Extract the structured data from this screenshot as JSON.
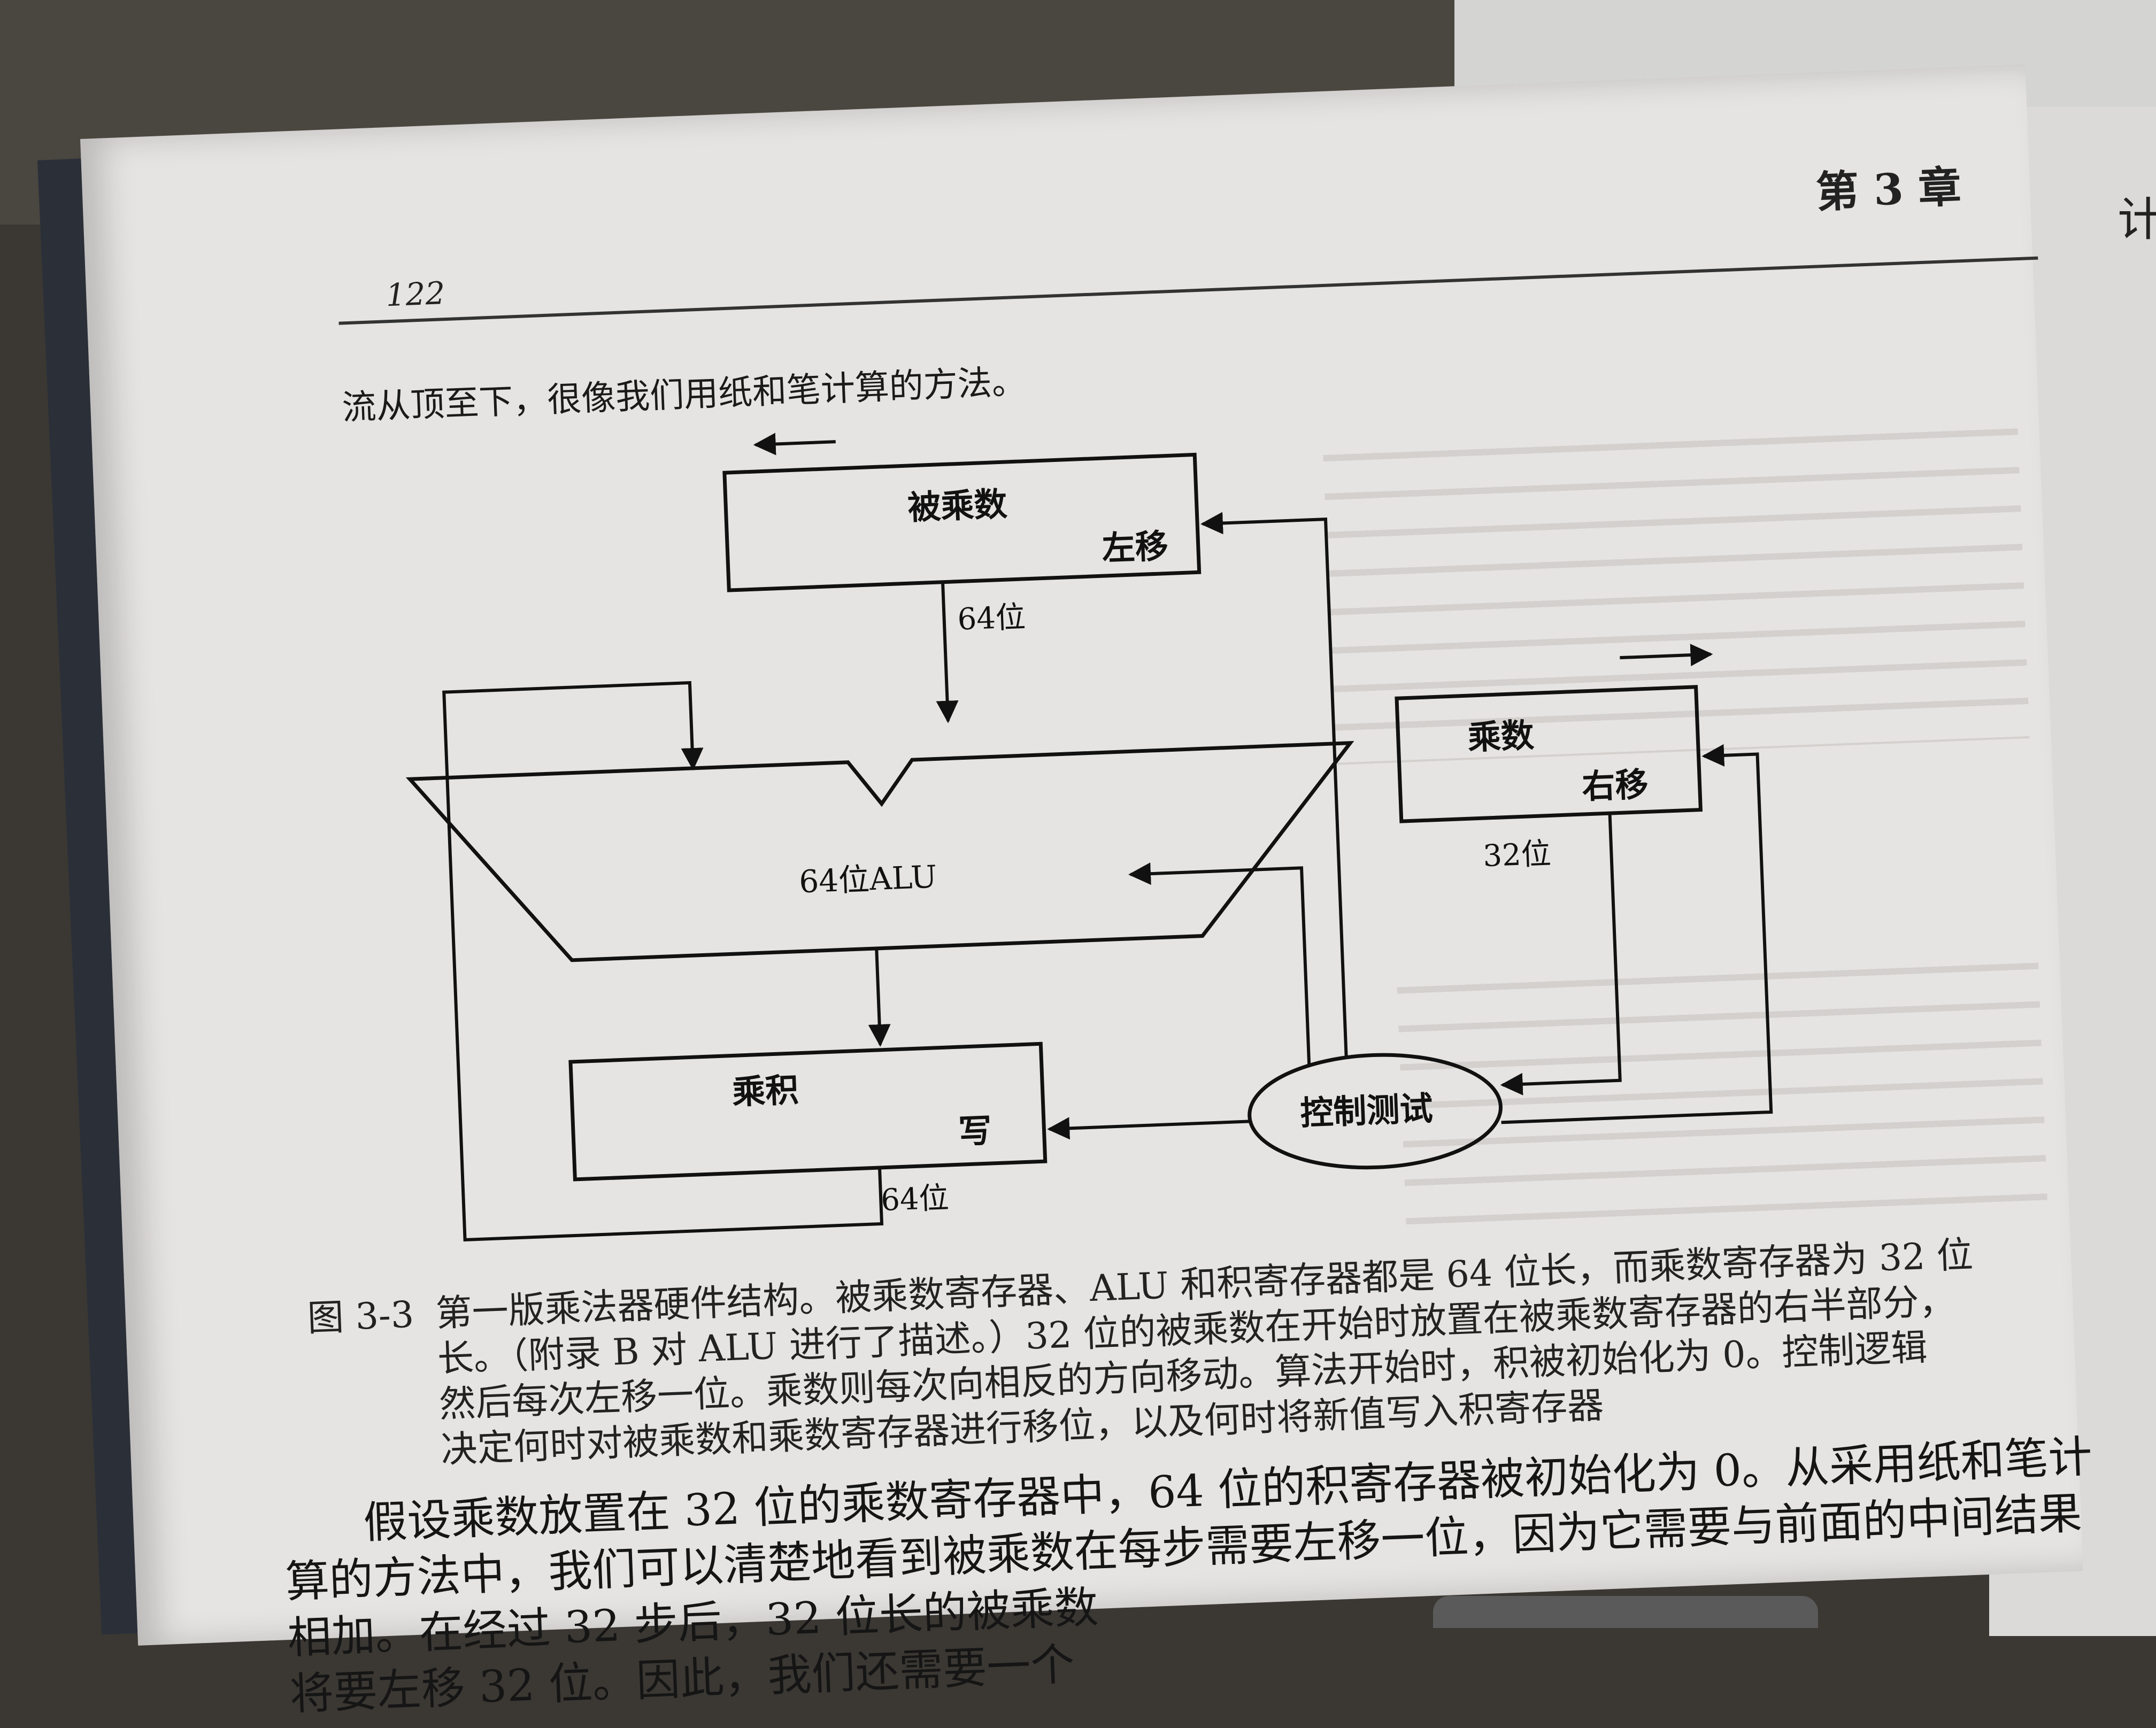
{
  "page": {
    "number": "122",
    "chapter": "第 3 章",
    "right_page_fragment": "计",
    "intro_text": "流从顶至下，很像我们用纸和笔计算的方法。"
  },
  "diagram": {
    "multiplicand_label": "被乘数",
    "multiplicand_op": "左移",
    "multiplicand_width": "64位",
    "alu_label": "64位ALU",
    "product_label": "乘积",
    "product_op": "写",
    "product_width": "64位",
    "multiplier_label": "乘数",
    "multiplier_op": "右移",
    "multiplier_width": "32位",
    "control_label": "控制测试"
  },
  "caption": {
    "figure_id": "图 3-3",
    "lines": [
      "第一版乘法器硬件结构。被乘数寄存器、ALU 和积寄存器都是 64 位长，而乘数寄存器为 32 位",
      "长。（附录 B 对 ALU 进行了描述。）32 位的被乘数在开始时放置在被乘数寄存器的右半部分，",
      "然后每次左移一位。乘数则每次向相反的方向移动。算法开始时，积被初始化为 0。控制逻辑",
      "决定何时对被乘数和乘数寄存器进行移位，以及何时将新值写入积寄存器"
    ]
  },
  "paragraph": {
    "lines": [
      "假设乘数放置在 32 位的乘数寄存器中，64 位的积寄存器被初始化为 0。从采用纸和笔计",
      "算的方法中，我们可以清楚地看到被乘数在每步需要左移一位，因为它需要与前面的中间结果",
      "相加。在经过 32 步后，32 位长的被乘数",
      "将要左移 32 位。因此，我们还需要一个"
    ]
  }
}
